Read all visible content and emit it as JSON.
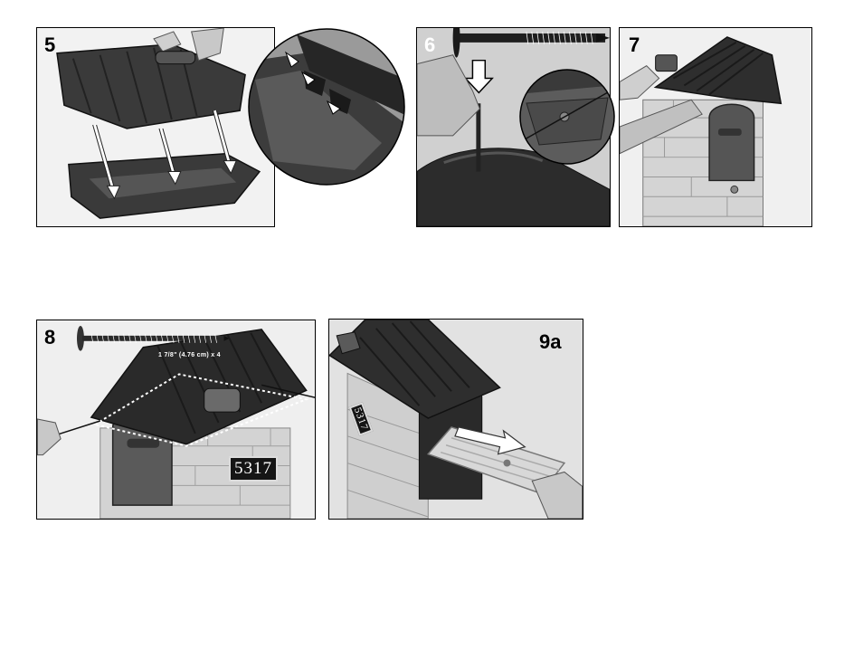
{
  "steps": {
    "s5": {
      "label": "5"
    },
    "s6": {
      "label": "6"
    },
    "s7": {
      "label": "7"
    },
    "s8": {
      "label": "8",
      "screw_spec": "1 7/8\" (4.76 cm) x 4",
      "house_number": "5317"
    },
    "s9a": {
      "label": "9a",
      "house_number": "5317"
    }
  },
  "colors": {
    "plastic_dark": "#2e2e2e",
    "stone_light": "#d6d6d6",
    "background_gray": "#e9e9e9",
    "arrow_white": "#ffffff"
  }
}
